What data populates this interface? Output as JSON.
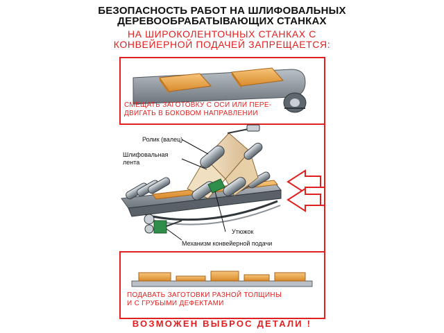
{
  "title": {
    "line1": "БЕЗОПАСНОСТЬ РАБОТ НА ШЛИФОВАЛЬНЫХ",
    "line2": "ДЕРЕВООБРАБАТЫВАЮЩИХ СТАНКАХ"
  },
  "subtitle": {
    "line1": "НА ШИРОКОЛЕНТОЧНЫХ СТАНКАХ С",
    "line2": "КОНВЕЙЕРНОЙ ПОДАЧЕЙ ЗАПРЕЩАЕТСЯ:"
  },
  "panel_top": {
    "line1": "СМЕЩАТЬ ЗАГОТОВКУ С ОСИ ИЛИ ПЕРЕ-",
    "line2": "ДВИГАТЬ В БОКОВОМ НАПРАВЛЕНИИ"
  },
  "diagram": {
    "roller_label": "Ролик (валец)",
    "belt_label_1": "Шлифовальная",
    "belt_label_2": "лента",
    "iron_label": "Утюжок",
    "conveyor_label": "Механизм конвейерной подачи"
  },
  "panel_bottom": {
    "line1": "ПОДАВАТЬ ЗАГОТОВКИ РАЗНОЙ ТОЛЩИНЫ",
    "line2": "И  С  ГРУБЫМИ  ДЕФЕКТАМИ"
  },
  "footer": "ВОЗМОЖЕН  ВЫБРОС  ДЕТАЛИ  !",
  "colors": {
    "accent_red": "#e02020",
    "wood": "#e9a14a",
    "belt_gray": "#8f969c",
    "machine_green": "#2f8f4a"
  }
}
